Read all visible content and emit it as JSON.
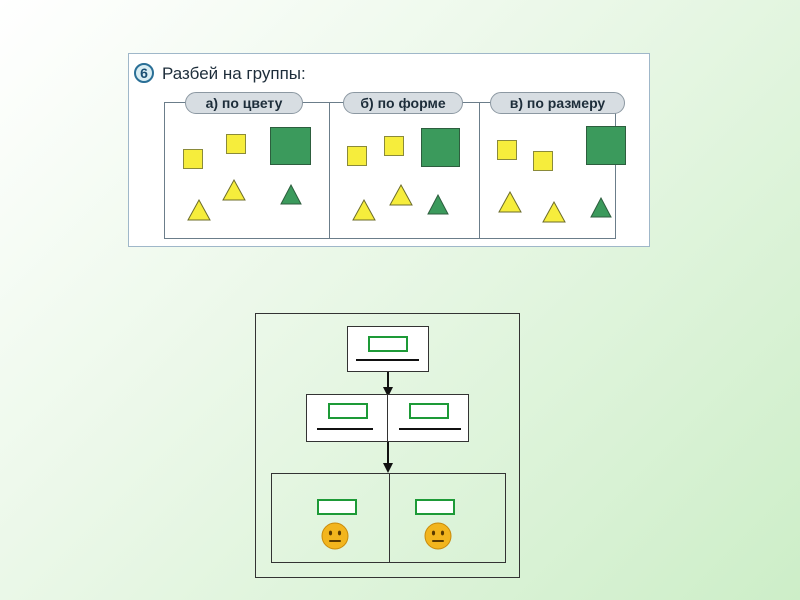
{
  "task": {
    "number": "6",
    "title": "Разбей на группы:",
    "tabs": [
      {
        "label": "а) по цвету"
      },
      {
        "label": "б) по форме"
      },
      {
        "label": "в) по размеру"
      }
    ]
  },
  "colors": {
    "yellow_shape": "#f6ed3c",
    "green_shape": "#3b9a5c",
    "input_box_border": "#1d9a37",
    "face": "#f2b51e"
  },
  "icons": {
    "face": "neutral-face-icon",
    "arrow": "arrow-down-icon"
  }
}
